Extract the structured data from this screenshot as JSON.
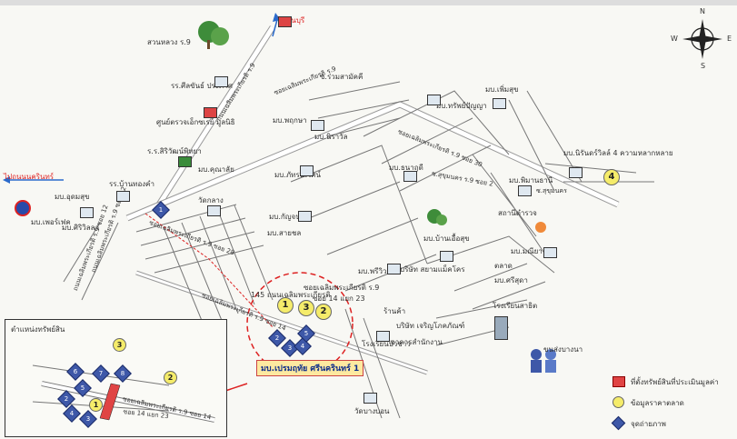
{
  "title": "แผนที่แสดงที่ตั้งทรัพย์สิน",
  "compass": {
    "n": "N",
    "s": "S",
    "e": "E",
    "w": "W"
  },
  "labels": {
    "top_arrow": "ไปมีนบุรี",
    "left_arrow": "ไปถนนนครินทร์",
    "park": "สวนหลวง ร.9",
    "soi_main_n": "ซอยเฉลิมพระเกียรติ ร.9",
    "soi_right": "ซ.ร่วมสามัคคี",
    "school1": "รร.ศีลขันธ์ ประภาศ",
    "center": "ศูนย์ตรวจเอ็กซเรย์ มูลนิธิ",
    "temple_mid": "ร.ร.สิริวัฒน์พิทยา",
    "village1": "มบ.คุณาลัย",
    "school2": "รร.บ้านทองคำ",
    "village2": "มบ.อุดมสุข",
    "village3": "มบ.เพอร์เฟค",
    "village4": "มบ.ศิริวิลลา",
    "village5": "มบ.พฤกษา",
    "village6": "มบ.นิราวัล",
    "village7": "มบ.ภัทรนิเวศน์",
    "village8": "มบ.กัญจน์",
    "village9": "มบ.สายชล",
    "soi28": "ซอยเฉลิมพระเกียรติ ร.9 ซอย 28",
    "soi30": "ซอยเฉลิมพระเกียรติ ร.9 ซอย 30",
    "soi_mid": "ซ.สุขุมนคร ร.9 ซอย 2",
    "wat": "วัดกลาง",
    "village10": "มบ.เพิ่มสุข",
    "village11": "มบ.ทรัพย์ปัญญา",
    "village12": "มบ.ธนาฤดี",
    "village13": "มบ.พิมานธานี",
    "village14": "มบ.บ้านเอื้อสุข",
    "village15": "มบ.พรีวิว",
    "village16": "มบ.มณียา",
    "village17": "มบ.ศรีสุดา",
    "road_s": "ซอยเฉลิมพระเกียรติ ร.9 ซอย 14",
    "site": "145 ถนนเฉลิมพระเกียรติ",
    "soi14_23": "ซอย 14 แยก 23",
    "soi_main_s": "ซอยเฉลิมพระเกียรติ ร.9",
    "school3": "โรงเรียนบัวขาว",
    "temple2": "วัดบางบอน",
    "hotel": "สถานีตำรวจ",
    "market": "ตลาด",
    "bldg_label": "บริษัท เจริญโภคภัณฑ์",
    "shop": "บริษัท สยามแม็คโคร",
    "village_e": "มบ.นิรันดร์วิลล์ 4 ความหลากหลาย",
    "soi_east": "ซ.สุขุมนคร",
    "bridge": "อาคารสำนักงาน",
    "road_vertical": "ถนนเฉลิมพระเกียรติ ร.9",
    "road_left": "ถนนเฉลิมพระเกียรติ ร.9 ซอย 12",
    "road_left2": "ถนนเฉลิมพระเกียรติ ร.9 ซอย 12",
    "bus": "ขนส่งบางนา",
    "school4": "โรงเรียนสาธิต",
    "office": "ร้านค้า"
  },
  "callout": "มบ.เปรมฤทัย ศรีนครินทร์ 1",
  "inset_title": "ตำแหน่งทรัพย์สิน",
  "inset_road1": "ซอยเฉลิมพระเกียรติ ร.9 ซอย 14",
  "inset_road2": "ซอย 14 แยก 23",
  "markers": [
    "1",
    "2",
    "3",
    "4"
  ],
  "cameras": [
    "1",
    "2",
    "3",
    "4",
    "5",
    "6",
    "7",
    "8"
  ],
  "legend": {
    "property": "ที่ตั้งทรัพย์สินที่ประเมินมูลค่า",
    "comparable": "ข้อมูลราคาตลาด",
    "photo": "จุดถ่ายภาพ"
  },
  "colors": {
    "property": "#e04444",
    "comparable": "#f5ec6a",
    "camera": "#3e58a8",
    "route": "#d22222"
  }
}
